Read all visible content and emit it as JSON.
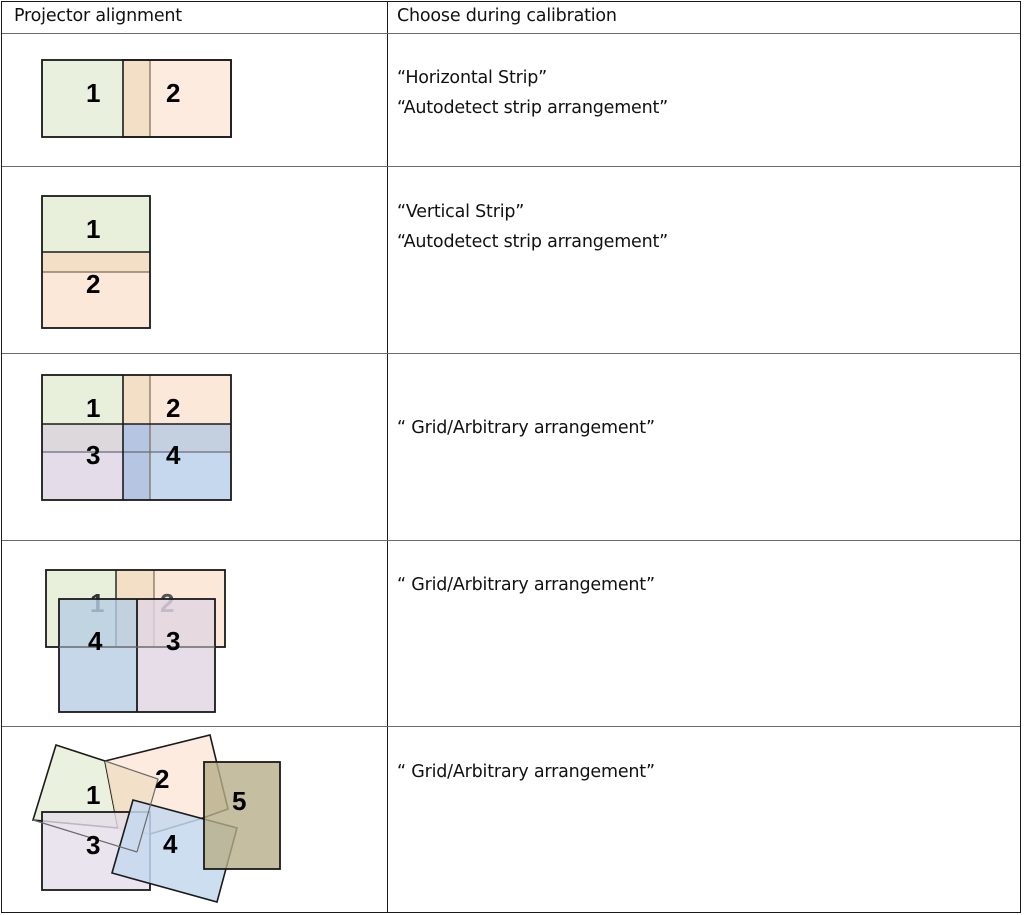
{
  "table": {
    "headers": [
      "Projector alignment",
      "Choose during calibration"
    ],
    "rows": [
      {
        "diagram": "horizontal-strip",
        "projectors": [
          "1",
          "2"
        ],
        "options": [
          "“Horizontal Strip”",
          "“Autodetect strip arrangement”"
        ]
      },
      {
        "diagram": "vertical-strip",
        "projectors": [
          "1",
          "2"
        ],
        "options": [
          "“Vertical Strip”",
          "“Autodetect strip arrangement”"
        ]
      },
      {
        "diagram": "2x2-grid",
        "projectors": [
          "1",
          "2",
          "3",
          "4"
        ],
        "options": [
          "“ Grid/Arbitrary arrangement”"
        ]
      },
      {
        "diagram": "overlapping-grid",
        "projectors": [
          "1",
          "2",
          "4",
          "3"
        ],
        "options": [
          "“ Grid/Arbitrary arrangement”"
        ]
      },
      {
        "diagram": "arbitrary-rotated",
        "projectors": [
          "1",
          "2",
          "3",
          "4",
          "5"
        ],
        "options": [
          "“ Grid/Arbitrary arrangement”"
        ]
      }
    ]
  },
  "colors": {
    "projector_1": "#e8f0dc",
    "projector_2": "#fce8d8",
    "projector_3": "#e4dde9",
    "projector_4": "#c6d8ee",
    "projector_5": "#c4bda0",
    "overlap_12": "#f2dfc6",
    "border": "#1a1a1a"
  }
}
